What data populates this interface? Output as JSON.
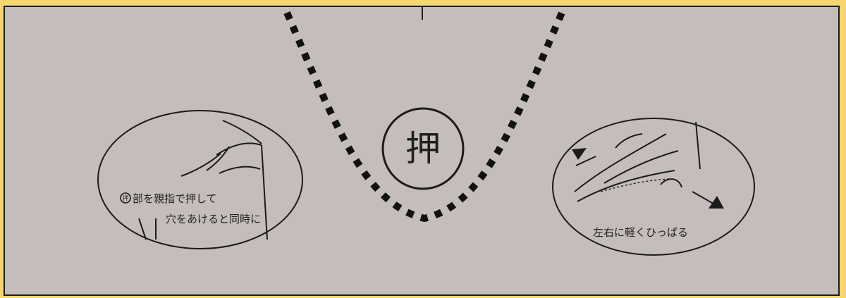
{
  "center_mark": {
    "text": "押"
  },
  "left_instruction": {
    "stamp_text": "押",
    "line1": "部を親指で押して",
    "line2": "穴をあけると同時に"
  },
  "right_instruction": {
    "line1": "左右に軽くひっぱる"
  },
  "colors": {
    "border": "#f6d66f",
    "panel": "#c4bdbb",
    "ink": "#1b1b1b"
  }
}
